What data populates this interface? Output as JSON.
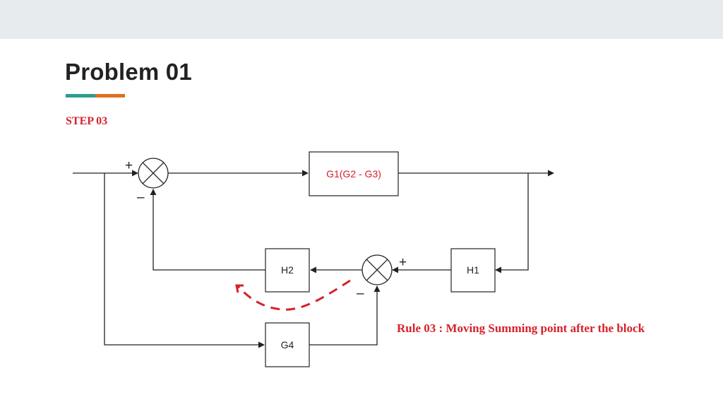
{
  "slide": {
    "title": "Problem 01",
    "step": "STEP 03",
    "rule_note": "Rule 03 : Moving Summing point after the block"
  },
  "colors": {
    "top_band": "#e8ebee",
    "title": "#222222",
    "accent_teal": "#2a9d8f",
    "accent_orange": "#e0701f",
    "emphasis_red": "#d6212b",
    "line": "#222222",
    "block_border": "#333333"
  },
  "diagram": {
    "blocks": {
      "forward": "G1(G2 - G3)",
      "h1": "H1",
      "h2": "H2",
      "g4": "G4"
    },
    "summing_junction_1": {
      "plus_sign": "+",
      "minus_sign": "–"
    },
    "summing_junction_2": {
      "plus_sign": "+",
      "minus_sign": "–"
    }
  }
}
